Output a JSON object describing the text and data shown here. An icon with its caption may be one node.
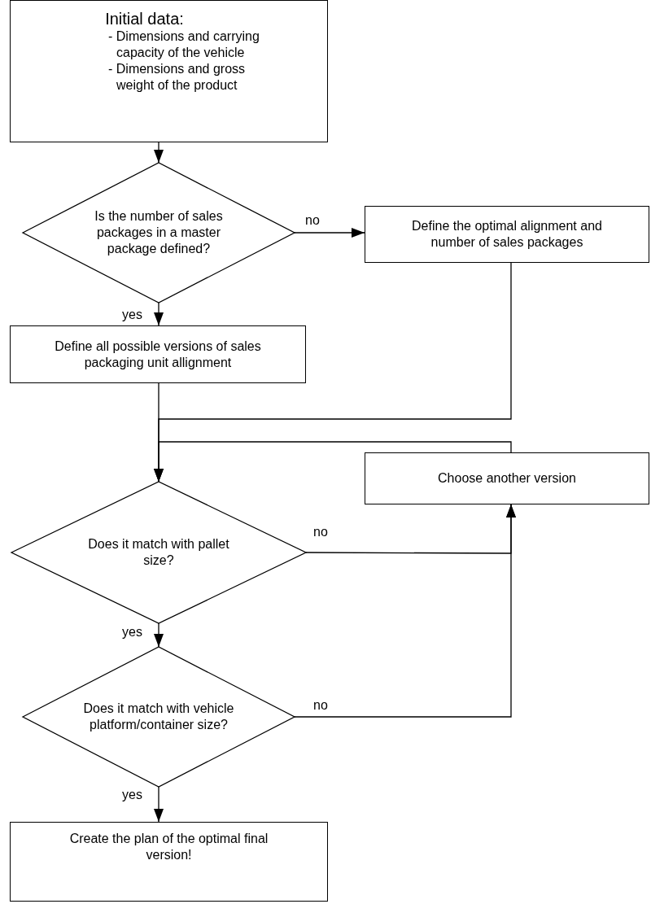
{
  "diagram": {
    "nodes": [
      {
        "text": [
          "Initial data:",
          "- Dimensions and carrying capacity of the vehicle",
          "- Dimensions and gross weight of the product"
        ]
      },
      {
        "text": [
          "Is the number of sales packages in a master package defined?"
        ]
      },
      {
        "text": [
          "Define the optimal alignment and number of sales packages"
        ]
      },
      {
        "text": [
          "Define all possible versions of sales packaging unit allignment"
        ]
      },
      {
        "text": [
          "Choose another version"
        ]
      },
      {
        "text": [
          "Does it match with pallet size?"
        ]
      },
      {
        "text": [
          "Does it match with vehicle platform/container size?"
        ]
      },
      {
        "text": [
          "Create the plan of the optimal final version!"
        ]
      }
    ],
    "edges": [
      {
        "from": 0,
        "to": 1,
        "arrow": "to"
      },
      {
        "from": 1,
        "to": 2,
        "arrow": "to",
        "label": "no"
      },
      {
        "from": 1,
        "to": 3,
        "arrow": "to",
        "label": "yes"
      },
      {
        "from": 3,
        "to": 5,
        "arrow": "to"
      },
      {
        "from": 2,
        "to": 5,
        "arrow": "to"
      },
      {
        "from": 4,
        "to": 5,
        "arrow": "to"
      },
      {
        "from": 5,
        "to": 4,
        "arrow": "to",
        "label": "no"
      },
      {
        "from": 5,
        "to": 6,
        "arrow": "to",
        "label": "yes"
      },
      {
        "from": 6,
        "to": 4,
        "arrow": "to",
        "label": "no"
      },
      {
        "from": 6,
        "to": 7,
        "arrow": "to",
        "label": "yes"
      }
    ]
  }
}
